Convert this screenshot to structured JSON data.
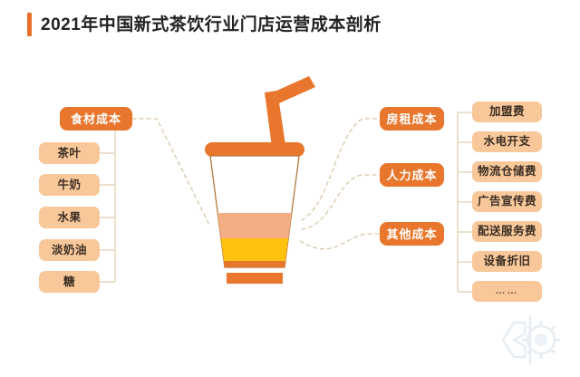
{
  "header": {
    "title": "2021年中国新式茶饮行业门店运营成本剖析",
    "accent_color": "#E8702A"
  },
  "colors": {
    "primary_node": "#E8762C",
    "sub_node": "#F8C89B",
    "connector": "#D9C6A8",
    "cup_lid": "#E8762C",
    "cup_straw": "#E8762C",
    "cup_band_peach": "#F3AE86",
    "cup_band_gold": "#FFC20E",
    "cup_band_orange": "#E8762C",
    "cup_outline": "#B5773F",
    "title_text": "#222222",
    "background": "#FFFFFF"
  },
  "diagram": {
    "left_group": {
      "parent": {
        "label": "食材成本"
      },
      "children": [
        {
          "label": "茶叶"
        },
        {
          "label": "牛奶"
        },
        {
          "label": "水果"
        },
        {
          "label": "淡奶油"
        },
        {
          "label": "糖"
        }
      ]
    },
    "right_groups": [
      {
        "label": "房租成本"
      },
      {
        "label": "人力成本"
      },
      {
        "label": "其他成本"
      }
    ],
    "right_children": [
      {
        "label": "加盟费"
      },
      {
        "label": "水电开支"
      },
      {
        "label": "物流仓储费"
      },
      {
        "label": "广告宣传费"
      },
      {
        "label": "配送服务费"
      },
      {
        "label": "设备折旧"
      },
      {
        "label": "……"
      }
    ],
    "center_illustration": {
      "name": "milk-tea-cup",
      "bands": [
        "white",
        "peach",
        "gold",
        "orange"
      ]
    }
  },
  "watermark": {
    "name": "gear-logo-watermark"
  }
}
